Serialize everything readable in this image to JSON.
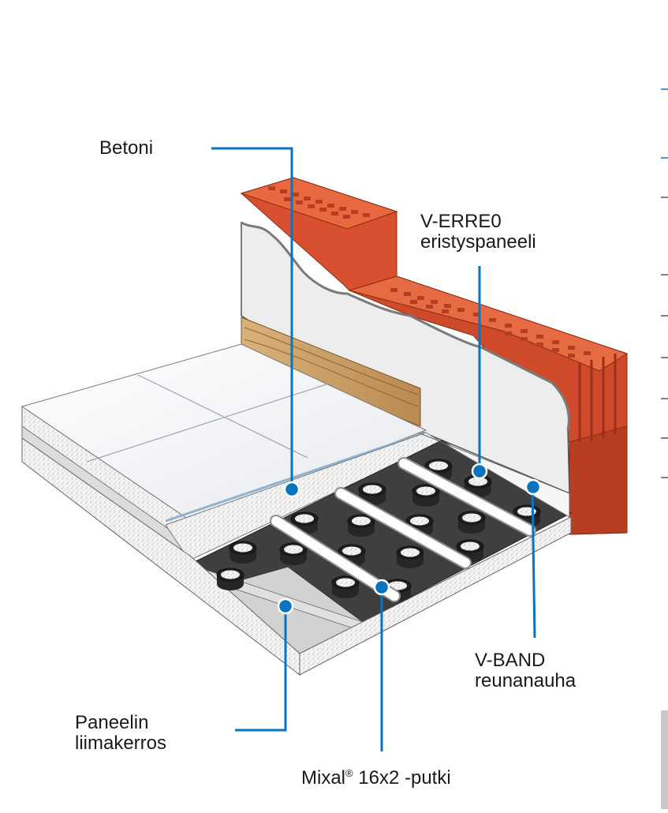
{
  "labels": {
    "betoni": "Betoni",
    "verreo_line1": "V-ERRE0",
    "verreo_line2": "eristyspaneeli",
    "vband_line1": "V-BAND",
    "vband_line2": "reunanauha",
    "paneelin_line1": "Paneelin",
    "paneelin_line2": "liimakerros",
    "mixal_brand": "Mixal",
    "mixal_reg": "®",
    "mixal_rest": " 16x2 -putki"
  },
  "colors": {
    "callout": "#0a74c0",
    "brick": "#d8502f",
    "brick_dark": "#b63c22",
    "wood": "#c9a06a",
    "slab": "#f1f1f1",
    "panel": "#3d3d3d",
    "adhesive": "#d4d4d4"
  }
}
